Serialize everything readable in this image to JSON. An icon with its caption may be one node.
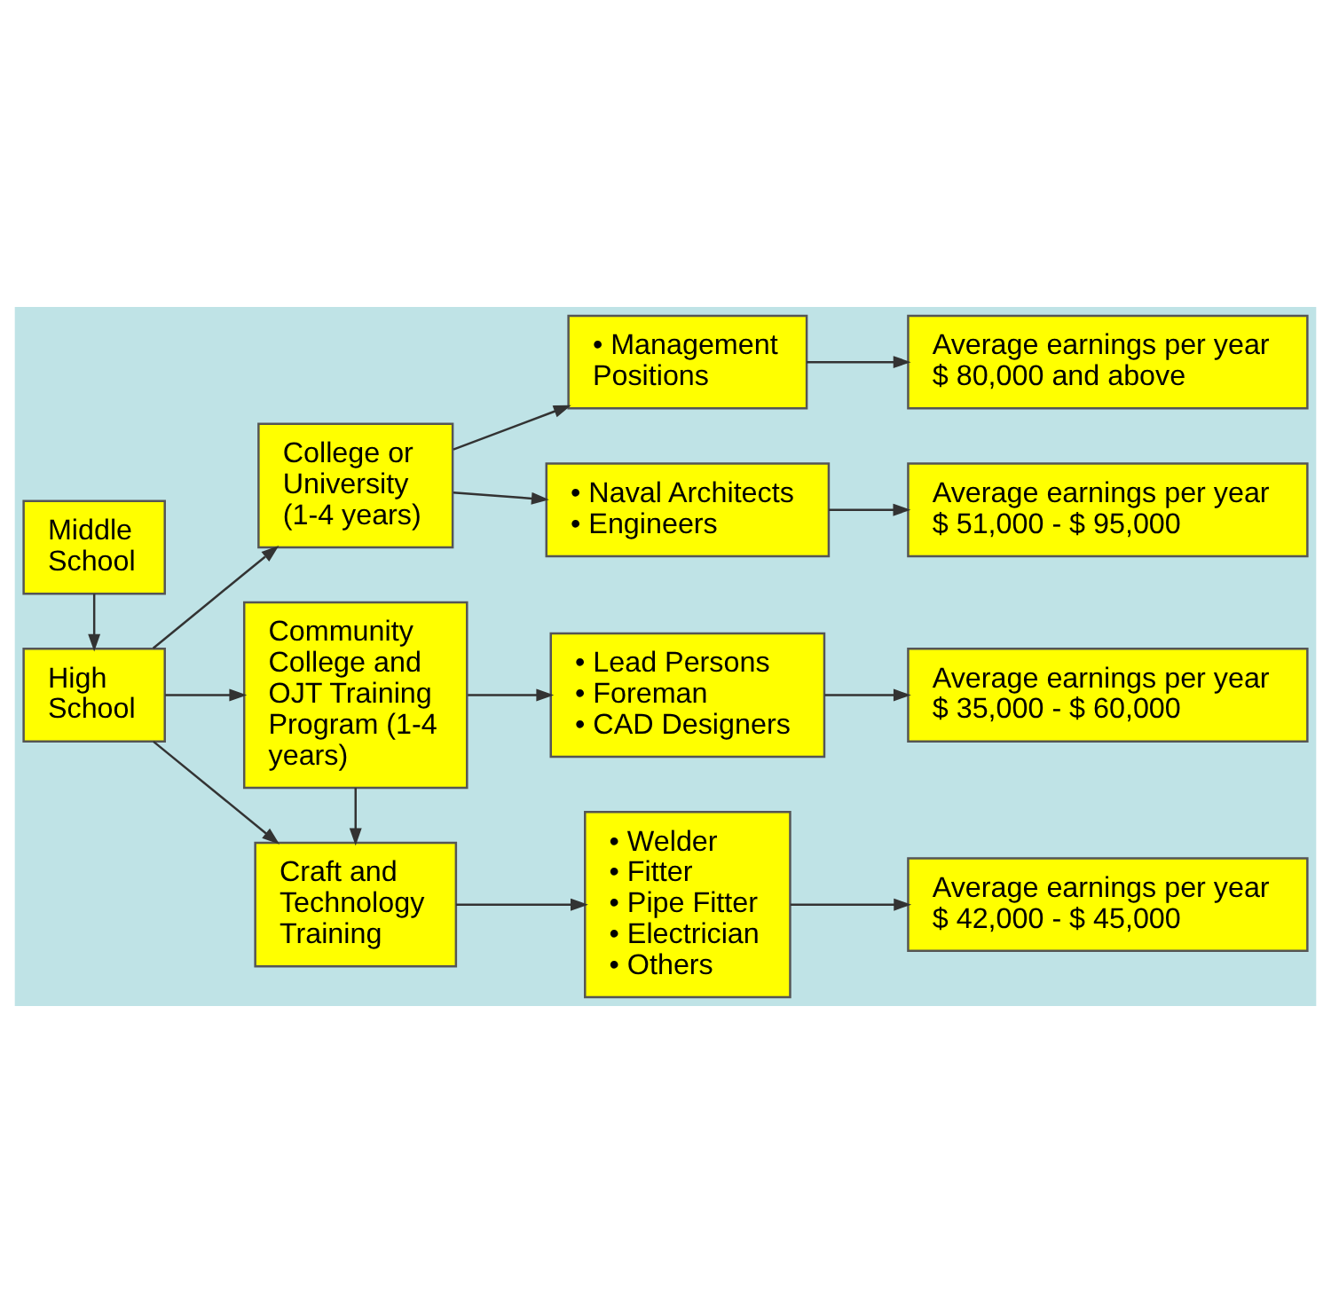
{
  "diagram": {
    "nodes": [
      {
        "text": [
          "Middle School"
        ]
      },
      {
        "text": [
          "High School"
        ]
      },
      {
        "text": [
          "College or University (1-4 years)"
        ]
      },
      {
        "text": [
          "Community College and OJT Training Program (1-4 years)"
        ]
      },
      {
        "text": [
          "Craft and Technology Training"
        ]
      },
      {
        "text": [
          "• Management Positions"
        ]
      },
      {
        "text": [
          "• Naval Architects",
          "• Engineers"
        ]
      },
      {
        "text": [
          "• Lead Persons",
          "• Foreman",
          "• CAD Designers"
        ]
      },
      {
        "text": [
          "• Welder",
          "• Fitter",
          "• Pipe Fitter",
          "• Electrician",
          "• Others"
        ]
      },
      {
        "text": [
          "Average earnings per year",
          "$ 80,000 and above"
        ]
      },
      {
        "text": [
          "Average earnings per year",
          "$ 51,000 - $ 95,000"
        ]
      },
      {
        "text": [
          "Average earnings per year",
          "$ 35,000 - $ 60,000"
        ]
      },
      {
        "text": [
          "Average earnings per year",
          "$ 42,000 - $ 45,000"
        ]
      }
    ],
    "edges": [
      {
        "from": 0,
        "to": 1,
        "arrow": "to"
      },
      {
        "from": 1,
        "to": 2,
        "arrow": "to"
      },
      {
        "from": 1,
        "to": 3,
        "arrow": "to"
      },
      {
        "from": 1,
        "to": 4,
        "arrow": "to"
      },
      {
        "from": 3,
        "to": 4,
        "arrow": "to"
      },
      {
        "from": 2,
        "to": 5,
        "arrow": "to"
      },
      {
        "from": 2,
        "to": 6,
        "arrow": "to"
      },
      {
        "from": 3,
        "to": 7,
        "arrow": "to"
      },
      {
        "from": 4,
        "to": 8,
        "arrow": "to"
      },
      {
        "from": 5,
        "to": 9,
        "arrow": "to"
      },
      {
        "from": 6,
        "to": 10,
        "arrow": "to"
      },
      {
        "from": 7,
        "to": 11,
        "arrow": "to"
      },
      {
        "from": 8,
        "to": 12,
        "arrow": "to"
      }
    ]
  }
}
